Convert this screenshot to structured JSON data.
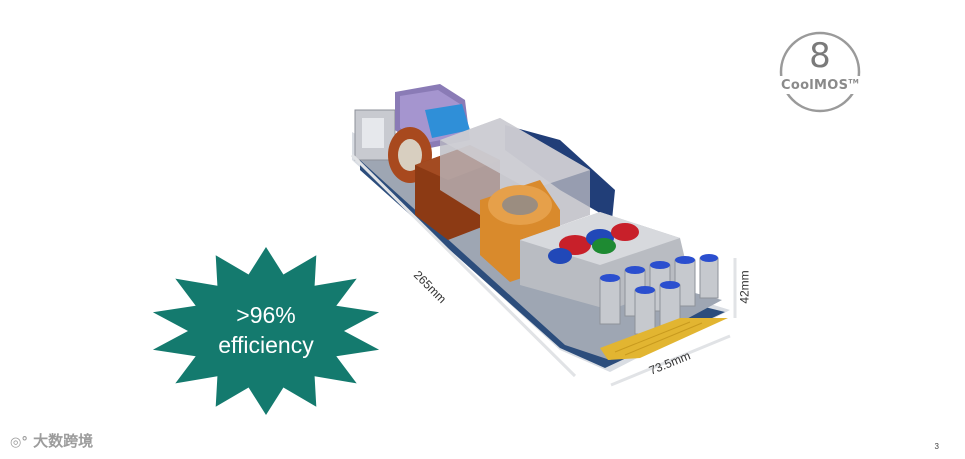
{
  "badge": {
    "line1": ">96%",
    "line2": "efficiency",
    "color": "#147a6e"
  },
  "logo": {
    "number": "8",
    "name": "CoolMOS",
    "tm": "TM",
    "color": "#8a8a8a"
  },
  "dimensions": {
    "length": "265mm",
    "width": "73.5mm",
    "height": "42mm"
  },
  "page_number": "3",
  "watermark": "大数跨境",
  "icons": [
    "starburst-badge",
    "coolmos-logo-ring",
    "psu-board-illustration",
    "watermark-logo-icon"
  ]
}
